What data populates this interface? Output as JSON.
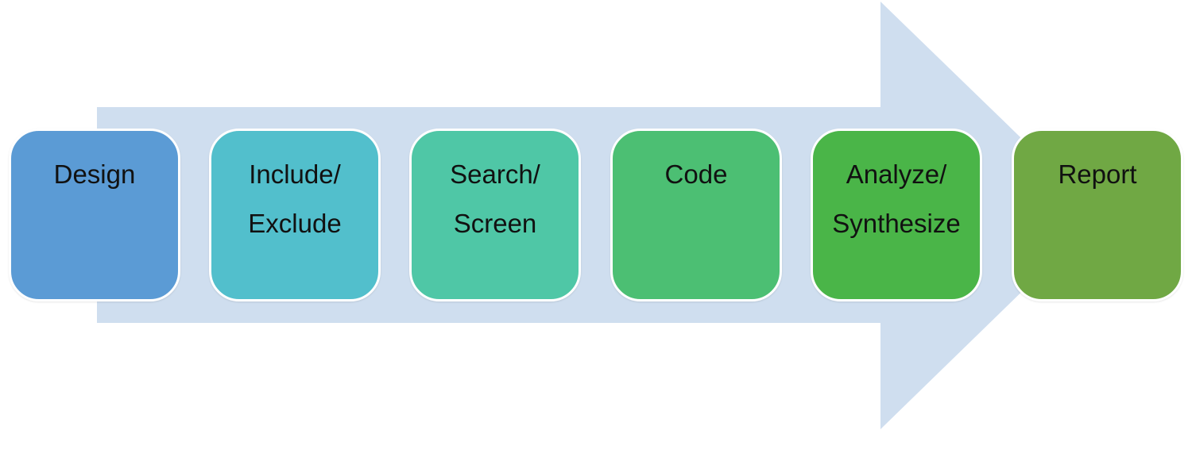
{
  "process": {
    "arrow_color": "#cfdeef",
    "steps": [
      {
        "lines": [
          "Design"
        ],
        "color": "#5b9bd5"
      },
      {
        "lines": [
          "Include/",
          "Exclude"
        ],
        "color": "#52bfcc"
      },
      {
        "lines": [
          "Search/",
          "Screen"
        ],
        "color": "#4fc7a6"
      },
      {
        "lines": [
          "Code"
        ],
        "color": "#4cbf73"
      },
      {
        "lines": [
          "Analyze/",
          "Synthesize"
        ],
        "color": "#4ab548"
      },
      {
        "lines": [
          "Report"
        ],
        "color": "#70a844"
      }
    ]
  }
}
